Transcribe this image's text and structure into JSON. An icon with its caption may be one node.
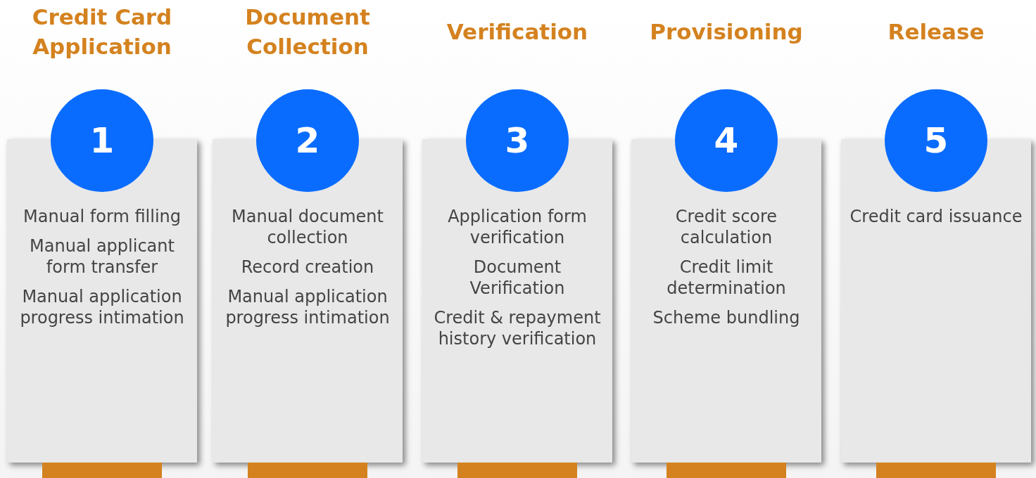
{
  "diagram": {
    "nodes": [
      {
        "text": [
          "Manual form filling",
          "Manual applicant form transfer",
          "Manual application progress intimation"
        ]
      },
      {
        "text": [
          "1"
        ]
      },
      {
        "text": [],
        "shape": "bar"
      },
      {
        "text": [
          "Manual document collection",
          "Record creation",
          "Manual application progress intimation"
        ]
      },
      {
        "text": [
          "2"
        ]
      },
      {
        "text": [],
        "shape": "bar"
      },
      {
        "text": [
          "Application form verification",
          "Document Verification",
          "Credit & repayment history verification"
        ]
      },
      {
        "text": [
          "3"
        ]
      },
      {
        "text": [],
        "shape": "bar"
      },
      {
        "text": [
          "Credit score calculation",
          "Credit limit determination",
          "Scheme bundling"
        ]
      },
      {
        "text": [
          "4"
        ]
      },
      {
        "text": [],
        "shape": "bar"
      },
      {
        "text": [
          "Credit card issuance"
        ]
      },
      {
        "text": [
          "5"
        ]
      },
      {
        "text": [],
        "shape": "bar"
      }
    ],
    "labels": [
      "Credit Card Application",
      "Document Collection",
      "Verification",
      "Provisioning",
      "Release"
    ]
  }
}
